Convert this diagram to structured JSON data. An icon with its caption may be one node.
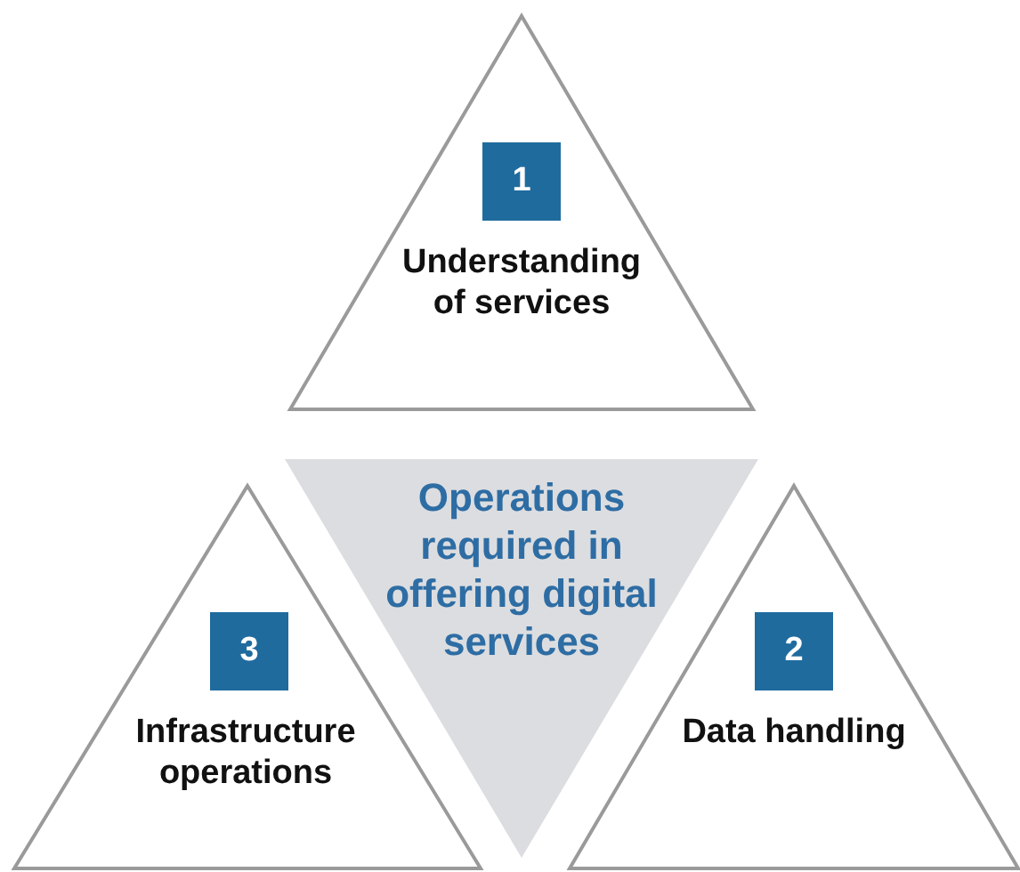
{
  "diagram": {
    "nodes": [
      {
        "text": [
          "Understanding of services"
        ]
      },
      {
        "text": [
          "1"
        ],
        "in": 0
      },
      {
        "text": [
          "Operations required in offering digital services"
        ]
      },
      {
        "text": [
          "Infrastructure operations"
        ]
      },
      {
        "text": [
          "3"
        ],
        "in": 3
      },
      {
        "text": [
          "Data handling"
        ]
      },
      {
        "text": [
          "2"
        ],
        "in": 5
      }
    ]
  }
}
